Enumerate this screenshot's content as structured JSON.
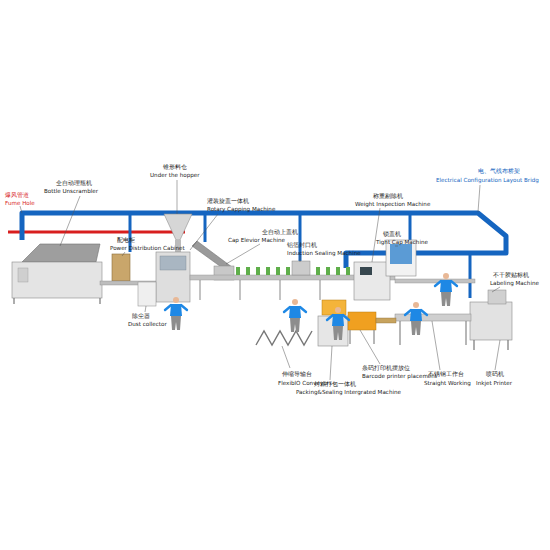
{
  "diagram": {
    "labels": [
      "爆风管道",
      "Fume Hole",
      "全自动理瓶机",
      "Bottle Unscrambler",
      "配电柜",
      "Power Distribution Cabinet",
      "锥形料仓",
      "Under the hopper",
      "灌装旋盖一体机",
      "Rotary Capping Machine",
      "全自动上盖机",
      "Cap Elevior Machine",
      "铝箔封口机",
      "Induction Sealing Machine",
      "称重剔除机",
      "Weight Inspection Machine",
      "锁盖机",
      "Tight Cap Machine",
      "电、气线布桥架",
      "Electrical Configuration Layout Bridg",
      "不干胶贴标机",
      "Labeling Machine",
      "除尘器",
      "Dust collector",
      "伸缩导输台",
      "FlexiblO Conveyors",
      "条码打印机摆放位",
      "Barcode printer placement",
      "封箱打包一体机",
      "Packing&Sealing Intergrated Machine",
      "不锈钢工作台",
      "Straight Working",
      "喷码机",
      "Inkjet Printer"
    ]
  }
}
